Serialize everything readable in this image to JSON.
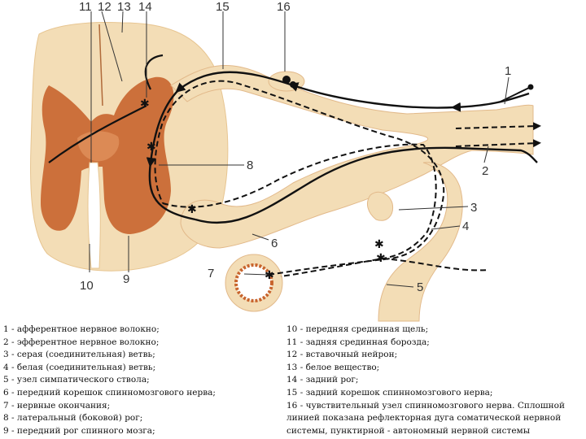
{
  "labels": {
    "n1": "1",
    "n2": "2",
    "n3": "3",
    "n4": "4",
    "n5": "5",
    "n6": "6",
    "n7": "7",
    "n8": "8",
    "n9": "9",
    "n10": "10",
    "n11": "11",
    "n12": "12",
    "n13": "13",
    "n14": "14",
    "n15": "15",
    "n16": "16"
  },
  "legend_left": [
    "1 - афферентное нервное волокно;",
    "2 - эфферентное нервное волокно;",
    " 3 - серая (соединительная) ветвь;",
    "4 - белая (соединительная) ветвь;",
    "5 - узел симпатического ствола;",
    "6 - передний корешок спинномозгового нерва;",
    "7 - нервные окончания;",
    "8 - латеральный (боковой) рог;",
    "9 - передний рог спинного мозга;"
  ],
  "legend_right": [
    "10 - передняя срединная щель;",
    "11 - задняя срединная борозда;",
    "12 - вставочный нейрон;",
    "13 - белое вещество;",
    "14 - задний рог;",
    "15 - задний корешок спинномозгового нерва;",
    "16 - чувствительный узел спинномозгового нерва. Сплошной линией показана рефлекторная дуга соматической нервной системы, пунктирной - автономный нервной системы"
  ],
  "colors": {
    "white_matter": "#f3ddb6",
    "gray_matter": "#c8642d",
    "gray_matter_light": "#dc8a55",
    "fiber": "#111111"
  }
}
